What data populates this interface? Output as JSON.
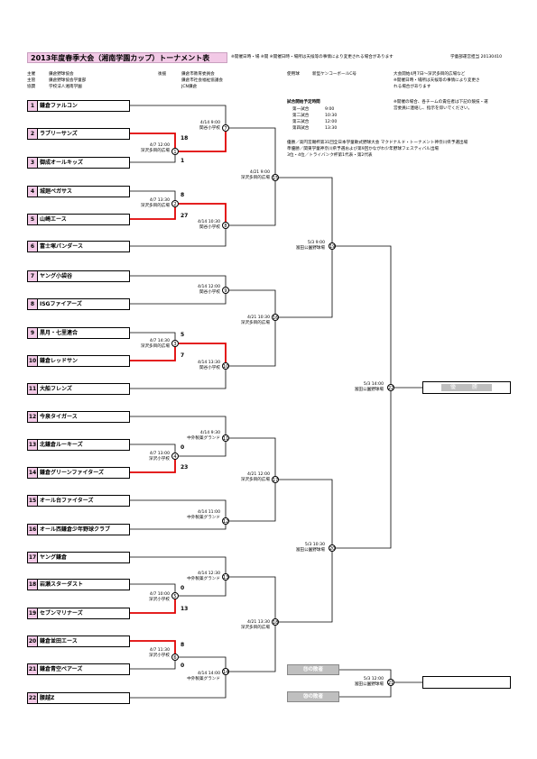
{
  "header": {
    "title": "2013年度春季大会（湘南学園カップ）トーナメント表",
    "top_note": "※開催日時・場 ※開 ※開催日時・場所は天候等の事情により変更される場合があります",
    "issuer": "学童部運営担当 20130410"
  },
  "organizers": [
    {
      "label": "主催",
      "value": "鎌倉野球協会"
    },
    {
      "label": "主管",
      "value": "鎌倉野球協会学童部"
    },
    {
      "label": "協賛",
      "value": "学校法人湘南学園"
    }
  ],
  "sponsors": {
    "label": "後援",
    "values": [
      "鎌倉市教育委員会",
      "鎌倉市社会福祉協議会",
      "JCN鎌倉"
    ]
  },
  "ball": {
    "label": "使用球",
    "value": "新型ケンコーボールC号"
  },
  "notes": {
    "rain_1": "大会開始4月7日～深沢多目的広場など",
    "rain_2": "※開催日時・場所は天候等の事情により変更さ",
    "rain_3": "れる場合があります",
    "resp_1": "※開催の場合、各チームの責任者は下記の競技・運",
    "resp_2": "営委員に連絡し、指示を仰いでください。",
    "adv_1": "優勝／高円宮賜杯第31回全日本学童軟式野球大会 マクドナルド・トーナメント神奈川県予選出場",
    "adv_2": "準優勝／関東学童神奈川県予選および第9回かながわ少年野球フェスティバル出場",
    "adv_3": "3位・4位／トライバンク杯第1代表・第2代表"
  },
  "schedule": {
    "title": "試合開始予定時間",
    "rows": [
      {
        "label": "第一試合",
        "time": "9:00"
      },
      {
        "label": "第二試合",
        "time": "10:30"
      },
      {
        "label": "第三試合",
        "time": "12:00"
      },
      {
        "label": "第四試合",
        "time": "13:30"
      }
    ]
  },
  "teams": [
    {
      "num": "1",
      "name": "鎌倉ファルコン"
    },
    {
      "num": "2",
      "name": "ラブリーサンズ"
    },
    {
      "num": "3",
      "name": "御成オールキッズ"
    },
    {
      "num": "4",
      "name": "城廻ペガサス"
    },
    {
      "num": "5",
      "name": "山崎エース"
    },
    {
      "num": "6",
      "name": "富士塚パンダース"
    },
    {
      "num": "7",
      "name": "ヤング小袋谷"
    },
    {
      "num": "8",
      "name": "ISGファイアーズ"
    },
    {
      "num": "9",
      "name": "黒月・七里連合"
    },
    {
      "num": "10",
      "name": "鎌倉レッドサン"
    },
    {
      "num": "11",
      "name": "大船フレンズ"
    },
    {
      "num": "12",
      "name": "今泉タイガース"
    },
    {
      "num": "13",
      "name": "北鎌倉ルーキーズ"
    },
    {
      "num": "14",
      "name": "鎌倉グリーンファイターズ"
    },
    {
      "num": "15",
      "name": "オール台ファイターズ"
    },
    {
      "num": "16",
      "name": "オール西鎌倉少年野球クラブ"
    },
    {
      "num": "17",
      "name": "ヤング鎌倉"
    },
    {
      "num": "18",
      "name": "岩瀬スターダスト"
    },
    {
      "num": "19",
      "name": "セブンマリナーズ"
    },
    {
      "num": "20",
      "name": "鎌倉並田エース"
    },
    {
      "num": "21",
      "name": "鎌倉青空ベアーズ"
    },
    {
      "num": "22",
      "name": "腰越Z"
    }
  ],
  "games": [
    {
      "num": "1",
      "date": "4/7 12:00",
      "venue": "深沢多目的広場"
    },
    {
      "num": "2",
      "date": "4/7 13:30",
      "venue": "深沢多目的広場"
    },
    {
      "num": "3",
      "date": "4/7 14:30",
      "venue": "深沢多目的広場"
    },
    {
      "num": "4",
      "date": "4/7 13:00",
      "venue": "深沢小学校"
    },
    {
      "num": "5",
      "date": "4/7 10:00",
      "venue": "深沢小学校"
    },
    {
      "num": "6",
      "date": "4/7 11:30",
      "venue": "深沢小学校"
    },
    {
      "num": "7",
      "date": "4/14 9:00",
      "venue": "関谷小学校"
    },
    {
      "num": "8",
      "date": "4/14 10:30",
      "venue": "関谷小学校"
    },
    {
      "num": "9",
      "date": "4/14 12:00",
      "venue": "関谷小学校"
    },
    {
      "num": "10",
      "date": "4/14 13:30",
      "venue": "関谷小学校"
    },
    {
      "num": "11",
      "date": "4/14 9:30",
      "venue": "中外製薬グランド"
    },
    {
      "num": "12",
      "date": "4/14 11:00",
      "venue": "中外製薬グランド"
    },
    {
      "num": "13",
      "date": "4/14 12:30",
      "venue": "中外製薬グランド"
    },
    {
      "num": "14",
      "date": "4/14 14:00",
      "venue": "中外製薬グランド"
    },
    {
      "num": "15",
      "date": "4/21 9:00",
      "venue": "深沢多目的広場"
    },
    {
      "num": "16",
      "date": "4/21 10:30",
      "venue": "深沢多目的広場"
    },
    {
      "num": "17",
      "date": "4/21 12:00",
      "venue": "深沢多目的広場"
    },
    {
      "num": "18",
      "date": "4/21 13:30",
      "venue": "深沢多目的広場"
    },
    {
      "num": "19",
      "date": "5/3 9:00",
      "venue": "富田公園野球場"
    },
    {
      "num": "20",
      "date": "5/3 10:30",
      "venue": "富田公園野球場"
    },
    {
      "num": "21",
      "date": "5/3 12:00",
      "venue": "富田公園野球場"
    },
    {
      "num": "22",
      "date": "5/3 14:00",
      "venue": "富田公園野球場"
    }
  ],
  "scores": {
    "g1_top": "18",
    "g1_bot": "1",
    "g2_top": "8",
    "g2_bot": "27",
    "g3_top": "5",
    "g3_bot": "7",
    "g4_top": "0",
    "g4_bot": "23",
    "g5_top": "0",
    "g5_bot": "13",
    "g6_top": "8",
    "g6_bot": "0"
  },
  "losers": {
    "a": "⑲の敗者",
    "b": "⑳の敗者"
  },
  "champion": "優　勝",
  "colors": {
    "winner_line": "#e00000",
    "pink": "#f2c9e6",
    "gray": "#bfbfbf"
  }
}
